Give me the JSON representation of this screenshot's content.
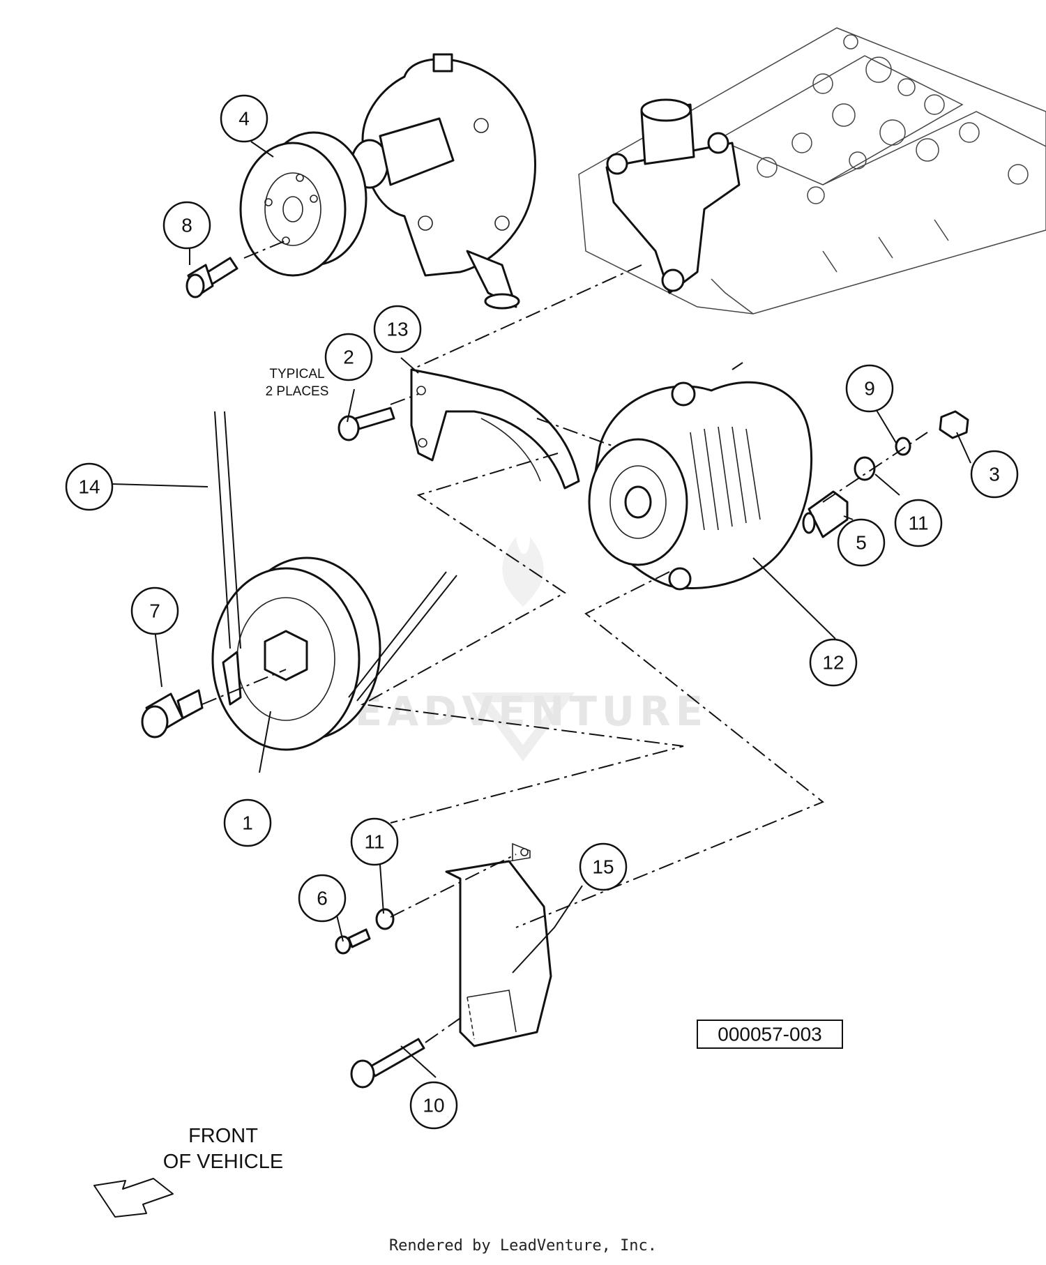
{
  "callouts": [
    "1",
    "2",
    "3",
    "4",
    "5",
    "6",
    "7",
    "8",
    "9",
    "10",
    "11",
    "11",
    "12",
    "13",
    "14",
    "15"
  ],
  "notes": {
    "typical_line1": "TYPICAL",
    "typical_line2": "2 PLACES"
  },
  "front_label": {
    "line1": "FRONT",
    "line2": "OF VEHICLE"
  },
  "drawing_number": "000057-003",
  "watermark": "LEADVENTURE",
  "footer": "Rendered by LeadVenture, Inc.",
  "icons": [
    "front-arrow-icon",
    "leadventure-logo-icon"
  ]
}
